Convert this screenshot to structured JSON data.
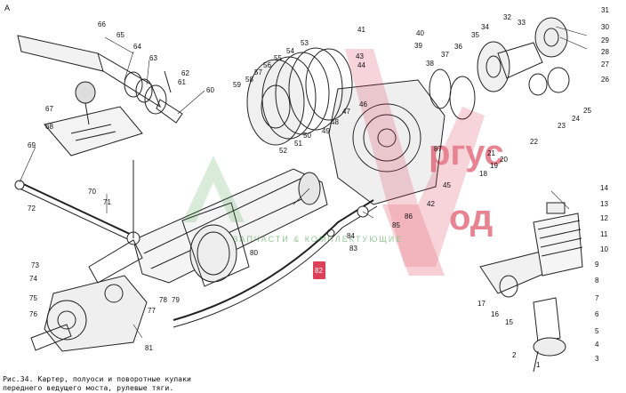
{
  "sheet_letter": "А",
  "caption": {
    "line1": "Рис.34. Картер, полуоси и поворотные кулаки",
    "line2": "переднего ведущего моста, рулевые тяги."
  },
  "watermark": {
    "brand_top": "ргус",
    "brand_bottom": "од",
    "tagline": "ЗАПЧАСТИ & КОМПЛЕКТУЮЩИЕ",
    "color_red": "#d6203a",
    "color_green": "#3a9a3a"
  },
  "highlighted_callout": "82",
  "callouts": [
    "1",
    "2",
    "3",
    "4",
    "5",
    "6",
    "7",
    "8",
    "9",
    "10",
    "11",
    "12",
    "13",
    "14",
    "15",
    "16",
    "17",
    "18",
    "19",
    "20",
    "21",
    "22",
    "23",
    "24",
    "25",
    "26",
    "27",
    "28",
    "29",
    "30",
    "31",
    "32",
    "33",
    "34",
    "35",
    "36",
    "37",
    "38",
    "39",
    "40",
    "41",
    "42",
    "43",
    "44",
    "45",
    "46",
    "47",
    "48",
    "49",
    "50",
    "51",
    "52",
    "53",
    "54",
    "55",
    "56",
    "57",
    "58",
    "59",
    "60",
    "61",
    "62",
    "63",
    "64",
    "65",
    "66",
    "67",
    "68",
    "69",
    "70",
    "71",
    "72",
    "73",
    "74",
    "75",
    "76",
    "77",
    "78",
    "79",
    "80",
    "81",
    "82",
    "83",
    "84",
    "85",
    "86",
    "87"
  ]
}
